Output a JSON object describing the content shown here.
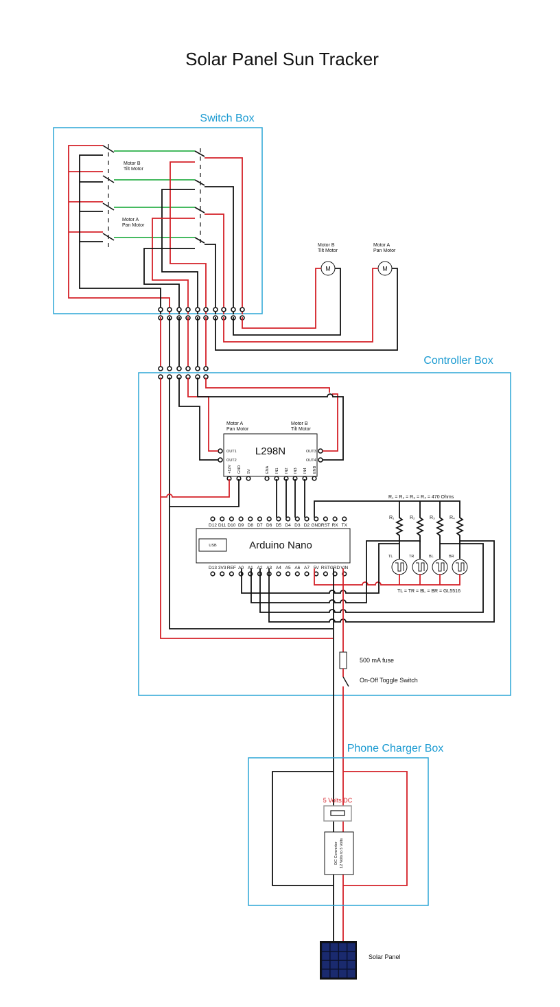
{
  "title": "Solar Panel Sun Tracker",
  "boxes": {
    "switch_box": "Switch Box",
    "controller_box": "Controller Box",
    "phone_charger_box": "Phone Charger Box"
  },
  "switch_box": {
    "motor_b_line1": "Motor B",
    "motor_b_line2": "Tilt Motor",
    "motor_a_line1": "Motor A",
    "motor_a_line2": "Pan Motor"
  },
  "motors": {
    "motor_b_line1": "Motor B",
    "motor_b_line2": "Tilt Motor",
    "motor_a_line1": "Motor A",
    "motor_a_line2": "Pan Motor",
    "symbol": "M"
  },
  "l298n": {
    "name": "L298N",
    "motor_a_line1": "Motor A",
    "motor_a_line2": "Pan Motor",
    "motor_b_line1": "Motor B",
    "motor_b_line2": "Tilt Motor",
    "out1": "OUT1",
    "out2": "OUT2",
    "out3": "OUT3",
    "out4": "OUT4",
    "bottom_pins": [
      "+12V",
      "GND",
      "5V",
      "ENA",
      "IN1",
      "IN2",
      "IN3",
      "IN4",
      "ENB"
    ]
  },
  "arduino": {
    "name": "Arduino Nano",
    "usb": "USB",
    "top_pins": [
      "D12",
      "D11",
      "D10",
      "D9",
      "D8",
      "D7",
      "D6",
      "D5",
      "D4",
      "D3",
      "D2",
      "GND",
      "RST",
      "RX",
      "TX"
    ],
    "bottom_pins": [
      "D13",
      "3V3",
      "REF",
      "A0",
      "A1",
      "A2",
      "A3",
      "A4",
      "A5",
      "A6",
      "A7",
      "5V",
      "RST",
      "GRD",
      "VIN"
    ]
  },
  "sensors": {
    "resistor_note": "R₁ = R₂ = R₃ = R₄ =  470 Ohms",
    "resistors": [
      "R₁",
      "R₂",
      "R₃",
      "R₄"
    ],
    "ldrs": [
      "TL",
      "TR",
      "BL",
      "BR"
    ],
    "ldr_note": "TL = TR = BL = BR = GL5516"
  },
  "power": {
    "fuse": "500 mA fuse",
    "switch": "On-Off Toggle Switch",
    "usb_out": "5 Volts DC",
    "converter_line1": "DC Converter",
    "converter_line2": "12 Volts to 5 Volts",
    "solar_panel": "Solar Panel"
  },
  "colors": {
    "positive_wire": "#d42027",
    "negative_wire": "#111111",
    "switch_link": "#2bb04a",
    "box_outline": "#2ba5d6",
    "box_label": "#1a9ad1"
  }
}
